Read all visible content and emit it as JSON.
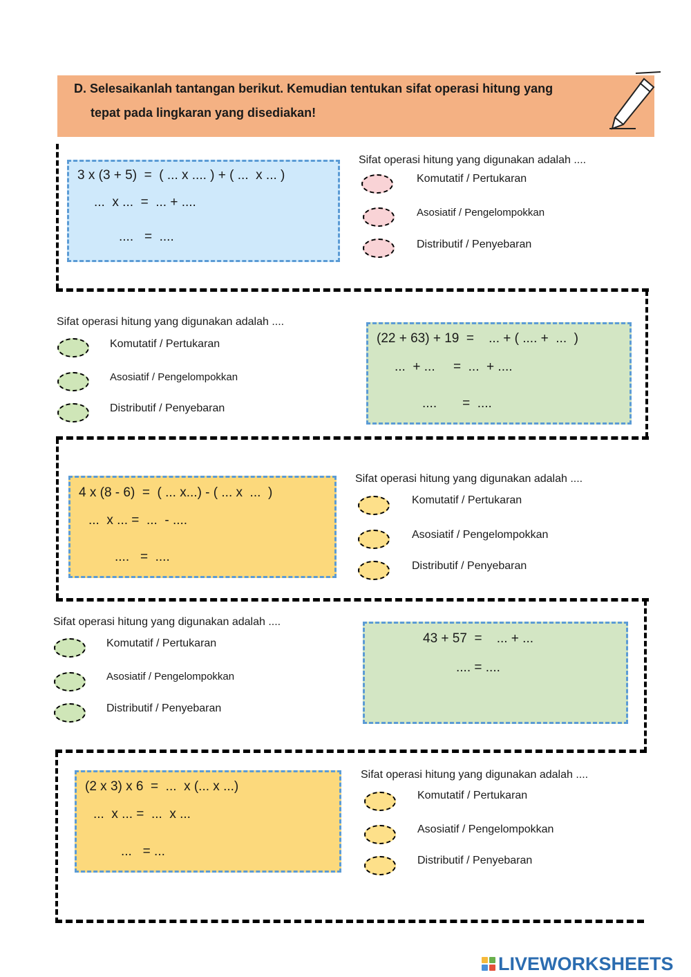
{
  "header": {
    "line1": "D. Selesaikanlah tantangan berikut. Kemudian tentukan sifat operasi hitung yang",
    "line2": "tepat  pada lingkaran yang disediakan!"
  },
  "options": {
    "komutatif": "Komutatif / Pertukaran",
    "asosiatif": "Asosiatif / Pengelompokkan",
    "distributif": "Distributif / Penyebaran"
  },
  "prompt": "Sifat operasi hitung yang digunakan adalah ....",
  "colors": {
    "header": "#f4b183",
    "blue_box": "#cfe9fb",
    "green_box": "#d3e6c4",
    "yellow_box": "#fcd97c",
    "pink_circle": "#f9d3d6",
    "green_circle": "#cfe6b8",
    "yellow_circle": "#fde08a",
    "box_border": "#5b9bd5"
  },
  "problems": [
    {
      "lines": [
        "3 x (3 + 5)  =  ( ... x .... ) + ( ...  x ... )",
        "...  x ...  =  ... + ....",
        "....   =  ...."
      ]
    },
    {
      "lines": [
        "(22 + 63) + 19  =    ... + ( .... +  ...  )",
        "...  + ...     =  ...  + ....",
        "....       =  ...."
      ]
    },
    {
      "lines": [
        "4 x (8 - 6)  =  ( ... x...) - ( ... x  ...  )",
        "...  x ... =  ...  - ....",
        "....   =  ...."
      ]
    },
    {
      "lines": [
        "43 + 57  =    ... + ...",
        ".... = ...."
      ]
    },
    {
      "lines": [
        "(2 x 3) x 6  =  ...  x (... x ...)",
        "...  x ... =  ...  x ...",
        "...   = ..."
      ]
    }
  ],
  "logo": {
    "text": "LIVEWORKSHEETS"
  }
}
